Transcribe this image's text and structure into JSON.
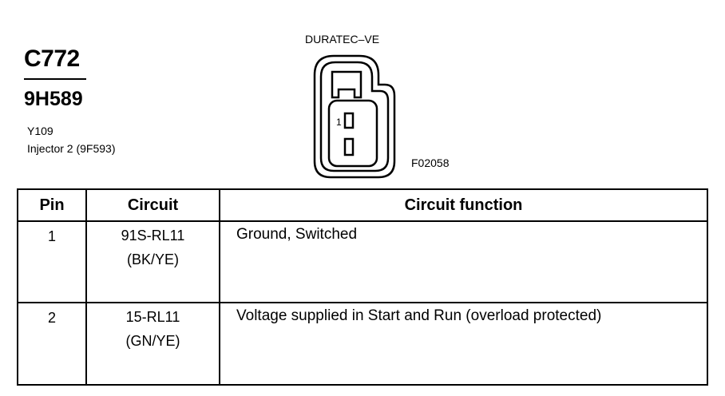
{
  "connector": {
    "id": "C772",
    "part_number": "9H589",
    "location_code": "Y109",
    "component": "Injector 2 (9F593)",
    "variant": "DURATEC–VE",
    "figure_code": "F02058",
    "pin_marker": "1"
  },
  "table": {
    "headers": {
      "pin": "Pin",
      "circuit": "Circuit",
      "function": "Circuit function"
    },
    "rows": [
      {
        "pin": "1",
        "circuit": "91S-RL11",
        "color": "(BK/YE)",
        "function": "Ground, Switched"
      },
      {
        "pin": "2",
        "circuit": "15-RL11",
        "color": "(GN/YE)",
        "function": "Voltage supplied in Start and Run (overload protected)"
      }
    ]
  }
}
